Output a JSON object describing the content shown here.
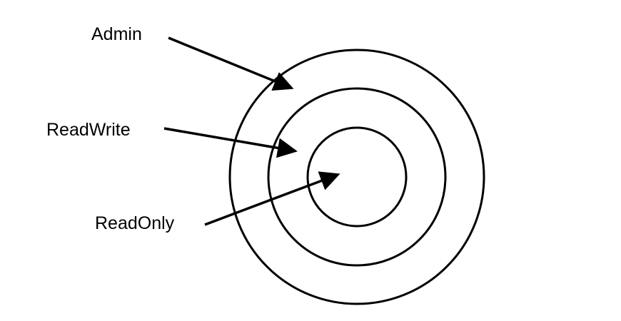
{
  "diagram": {
    "title": "",
    "labels": {
      "admin": "Admin",
      "readwrite": "ReadWrite",
      "readonly": "ReadOnly"
    },
    "rings": [
      "Admin",
      "ReadWrite",
      "ReadOnly"
    ],
    "stroke_color": "#000000",
    "background": "#ffffff"
  }
}
